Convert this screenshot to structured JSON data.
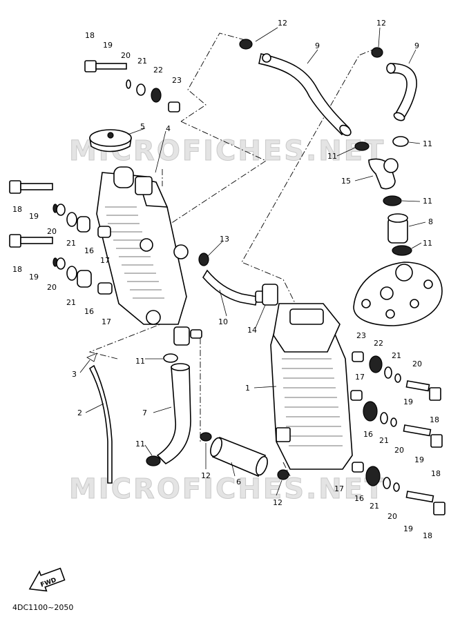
{
  "watermark": "MICROFICHES.NET",
  "diagram_code": "4DC1100~2050",
  "fwd_label": "FWD",
  "callouts": [
    {
      "id": "c12a",
      "text": "12"
    },
    {
      "id": "c9a",
      "text": "9"
    },
    {
      "id": "c12b",
      "text": "12"
    },
    {
      "id": "c9b",
      "text": "9"
    },
    {
      "id": "c18a",
      "text": "18"
    },
    {
      "id": "c19a",
      "text": "19"
    },
    {
      "id": "c20a",
      "text": "20"
    },
    {
      "id": "c21a",
      "text": "21"
    },
    {
      "id": "c22a",
      "text": "22"
    },
    {
      "id": "c23a",
      "text": "23"
    },
    {
      "id": "c5",
      "text": "5"
    },
    {
      "id": "c4",
      "text": "4"
    },
    {
      "id": "c11a",
      "text": "11"
    },
    {
      "id": "c11b",
      "text": "11"
    },
    {
      "id": "c15",
      "text": "15"
    },
    {
      "id": "c11c",
      "text": "11"
    },
    {
      "id": "c8",
      "text": "8"
    },
    {
      "id": "c11d",
      "text": "11"
    },
    {
      "id": "c18b",
      "text": "18"
    },
    {
      "id": "c19b",
      "text": "19"
    },
    {
      "id": "c20b",
      "text": "20"
    },
    {
      "id": "c21b",
      "text": "21"
    },
    {
      "id": "c16a",
      "text": "16"
    },
    {
      "id": "c17a",
      "text": "17"
    },
    {
      "id": "c13",
      "text": "13"
    },
    {
      "id": "c18c",
      "text": "18"
    },
    {
      "id": "c19c",
      "text": "19"
    },
    {
      "id": "c20c",
      "text": "20"
    },
    {
      "id": "c21c",
      "text": "21"
    },
    {
      "id": "c16b",
      "text": "16"
    },
    {
      "id": "c17b",
      "text": "17"
    },
    {
      "id": "c10",
      "text": "10"
    },
    {
      "id": "c14",
      "text": "14"
    },
    {
      "id": "c23b",
      "text": "23"
    },
    {
      "id": "c22b",
      "text": "22"
    },
    {
      "id": "c21d",
      "text": "21"
    },
    {
      "id": "c20d",
      "text": "20"
    },
    {
      "id": "c17c",
      "text": "17"
    },
    {
      "id": "c19d",
      "text": "19"
    },
    {
      "id": "c18d",
      "text": "18"
    },
    {
      "id": "c3",
      "text": "3"
    },
    {
      "id": "c11e",
      "text": "11"
    },
    {
      "id": "c1",
      "text": "1"
    },
    {
      "id": "c2",
      "text": "2"
    },
    {
      "id": "c7",
      "text": "7"
    },
    {
      "id": "c16c",
      "text": "16"
    },
    {
      "id": "c21e",
      "text": "21"
    },
    {
      "id": "c20e",
      "text": "20"
    },
    {
      "id": "c19e",
      "text": "19"
    },
    {
      "id": "c18e",
      "text": "18"
    },
    {
      "id": "c11f",
      "text": "11"
    },
    {
      "id": "c12c",
      "text": "12"
    },
    {
      "id": "c6",
      "text": "6"
    },
    {
      "id": "c12d",
      "text": "12"
    },
    {
      "id": "c17d",
      "text": "17"
    },
    {
      "id": "c16d",
      "text": "16"
    },
    {
      "id": "c21f",
      "text": "21"
    },
    {
      "id": "c20f",
      "text": "20"
    },
    {
      "id": "c19f",
      "text": "19"
    },
    {
      "id": "c18f",
      "text": "18"
    }
  ]
}
